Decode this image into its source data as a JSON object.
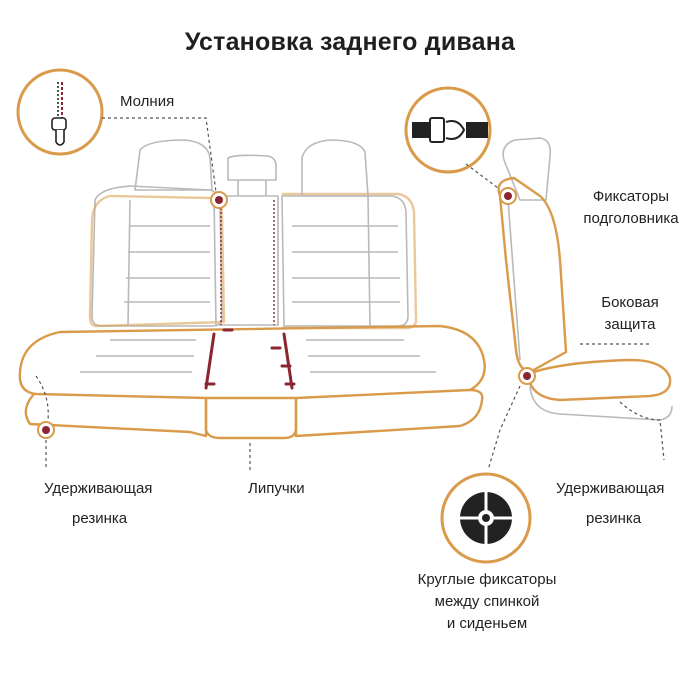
{
  "title": "Установка заднего дивана",
  "labels": {
    "zipper": "Молния",
    "headrest_lock_1": "Фиксаторы",
    "headrest_lock_2": "подголовника",
    "side_1": "Боковая",
    "side_2": "защита",
    "elastic_left_1": "Удерживающая",
    "elastic_left_2": "резинка",
    "velcro": "Липучки",
    "elastic_right_1": "Удерживающая",
    "elastic_right_2": "резинка",
    "round_1": "Круглые фиксаторы",
    "round_2": "между спинкой",
    "round_3": "и сиденьем"
  },
  "colors": {
    "outline": "#D99A4A",
    "seat_line": "#B9B9B9",
    "accent": "#8B2530",
    "text": "#222222",
    "leader": "#555555"
  },
  "icons": [
    "zipper-icon",
    "buckle-icon",
    "round-clip-icon"
  ]
}
